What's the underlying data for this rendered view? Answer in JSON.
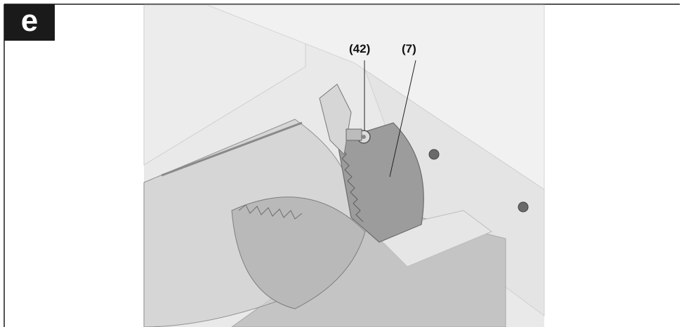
{
  "figure": {
    "letter": "e",
    "callouts": [
      {
        "id": "callout-42",
        "label": "(42)"
      },
      {
        "id": "callout-7",
        "label": "(7)"
      }
    ]
  },
  "colors": {
    "frame": "#1a1a1a",
    "table_top": "#e8e8e8",
    "table_light": "#f2f2f2",
    "blade_guard": "#9a9a9a",
    "riving_knife": "#8a8a8a",
    "insert": "#b5b5b5"
  }
}
